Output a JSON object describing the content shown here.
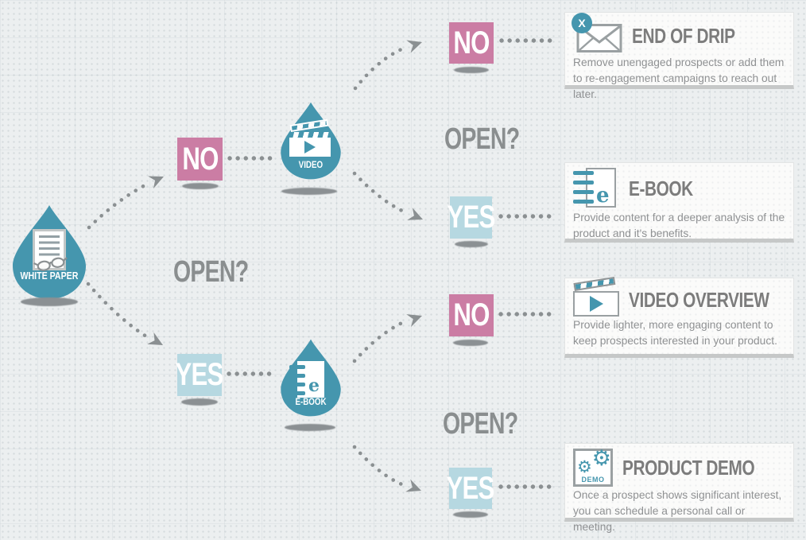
{
  "palette": {
    "teal": "#4596ae",
    "pink": "#cb7da4",
    "light_blue": "#b6d8e1",
    "arrow_gray": "#8b9092",
    "title_gray": "#7c7c7c",
    "body_gray": "#8f9193",
    "background": "#eceff0"
  },
  "labels": {
    "no": "NO",
    "yes": "YES",
    "open": "OPEN?"
  },
  "drops": {
    "white_paper": {
      "label": "WHITE PAPER",
      "icon": "white-paper-document-glasses-icon"
    },
    "video": {
      "label": "VIDEO",
      "icon": "clapperboard-play-icon"
    },
    "ebook": {
      "label": "E-BOOK",
      "icon": "spiral-ebook-icon",
      "icon_letter": "e"
    }
  },
  "cards": [
    {
      "title": "END OF DRIP",
      "description": "Remove unengaged prospects or add them to re-engagement campaigns to reach out later.",
      "icon": "envelope-x-icon",
      "icon_badge": "X"
    },
    {
      "title": "E-BOOK",
      "description": "Provide content for a deeper analysis of the product and it's benefits.",
      "icon": "spiral-ebook-icon",
      "icon_letter": "e"
    },
    {
      "title": "VIDEO OVERVIEW",
      "description": "Provide lighter, more engaging content to keep prospects interested in your product.",
      "icon": "clapperboard-play-icon"
    },
    {
      "title": "PRODUCT DEMO",
      "description": "Once a prospect shows significant interest, you can schedule a personal call or meeting.",
      "icon": "gears-demo-icon",
      "icon_label": "DEMO"
    }
  ]
}
